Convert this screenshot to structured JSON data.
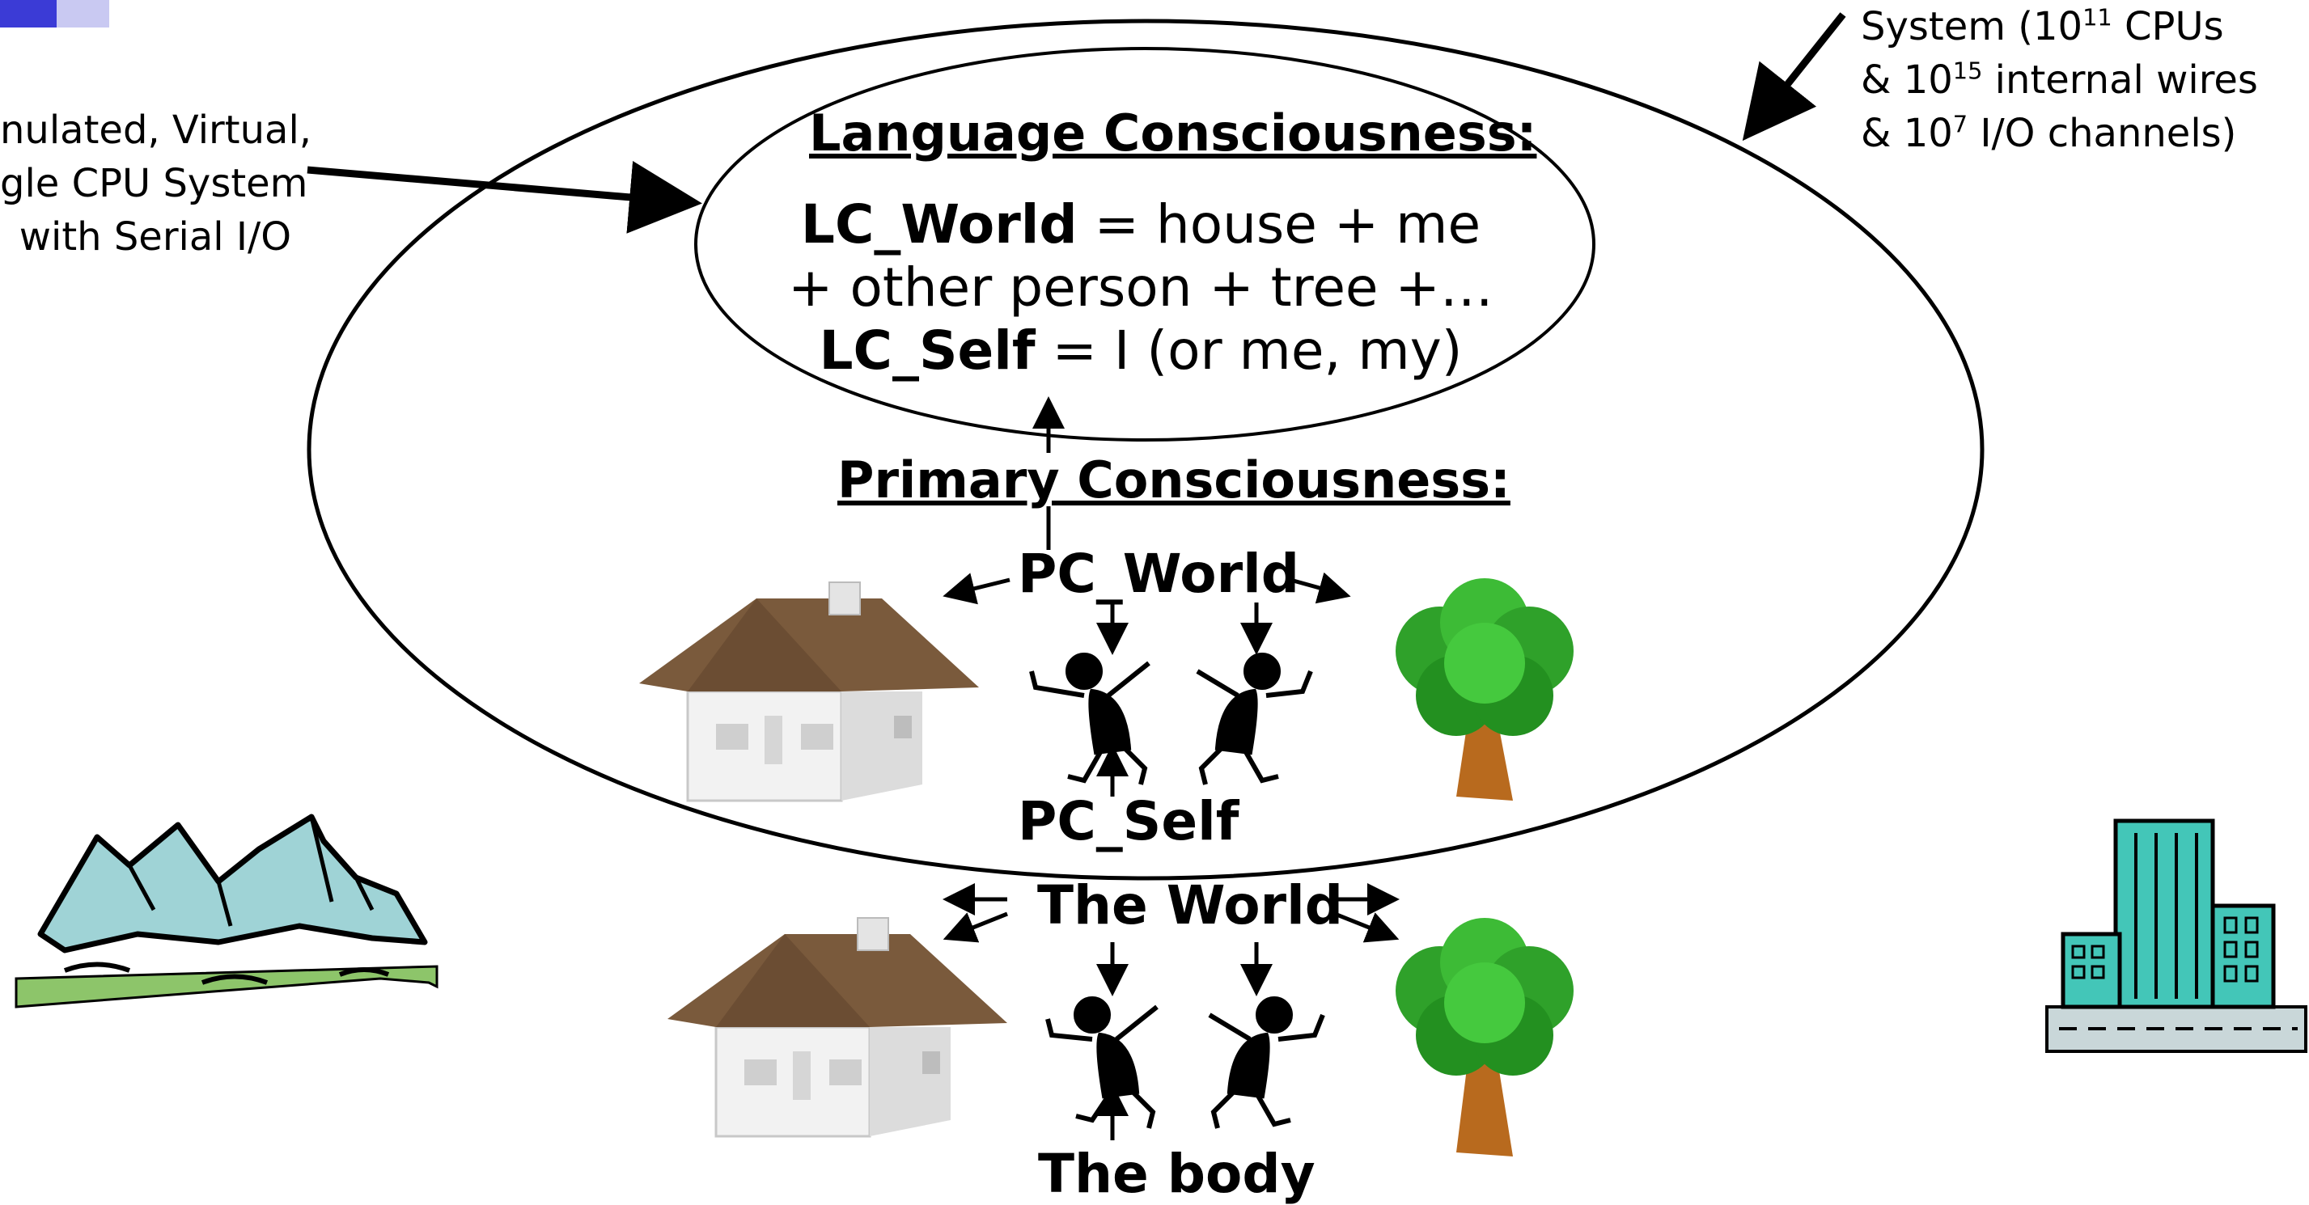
{
  "left_note": {
    "lines": [
      "nulated, Virtual,",
      "gle CPU System",
      "with Serial I/O"
    ]
  },
  "right_note": {
    "line1_a": "System (10",
    "line1_sup": "11",
    "line1_b": " CPUs",
    "line2_a": "& 10",
    "line2_sup": "15",
    "line2_b": " internal wires",
    "line3_a": "& 10",
    "line3_sup": "7",
    "line3_b": " I/O channels)"
  },
  "language_consciousness": {
    "title": "Language Consciousness:",
    "world_term": "LC_World",
    "world_def_1": " = house + me",
    "world_def_2": "+ other person + tree +…",
    "self_term": "LC_Self",
    "self_def": " = I (or me, my)"
  },
  "primary_consciousness": {
    "title": "Primary Consciousness:",
    "world_label": "PC_World",
    "self_label": "PC_Self"
  },
  "reality": {
    "world_label": "The World",
    "body_label": "The body"
  },
  "colors": {
    "accent": "#3b3bd6",
    "roof": "#7a5a3c",
    "tree_green": "#2fa12a",
    "trunk": "#b86a1e",
    "mountain": "#9fd3d6",
    "grass": "#8dc56a",
    "building": "#43c6b8"
  }
}
